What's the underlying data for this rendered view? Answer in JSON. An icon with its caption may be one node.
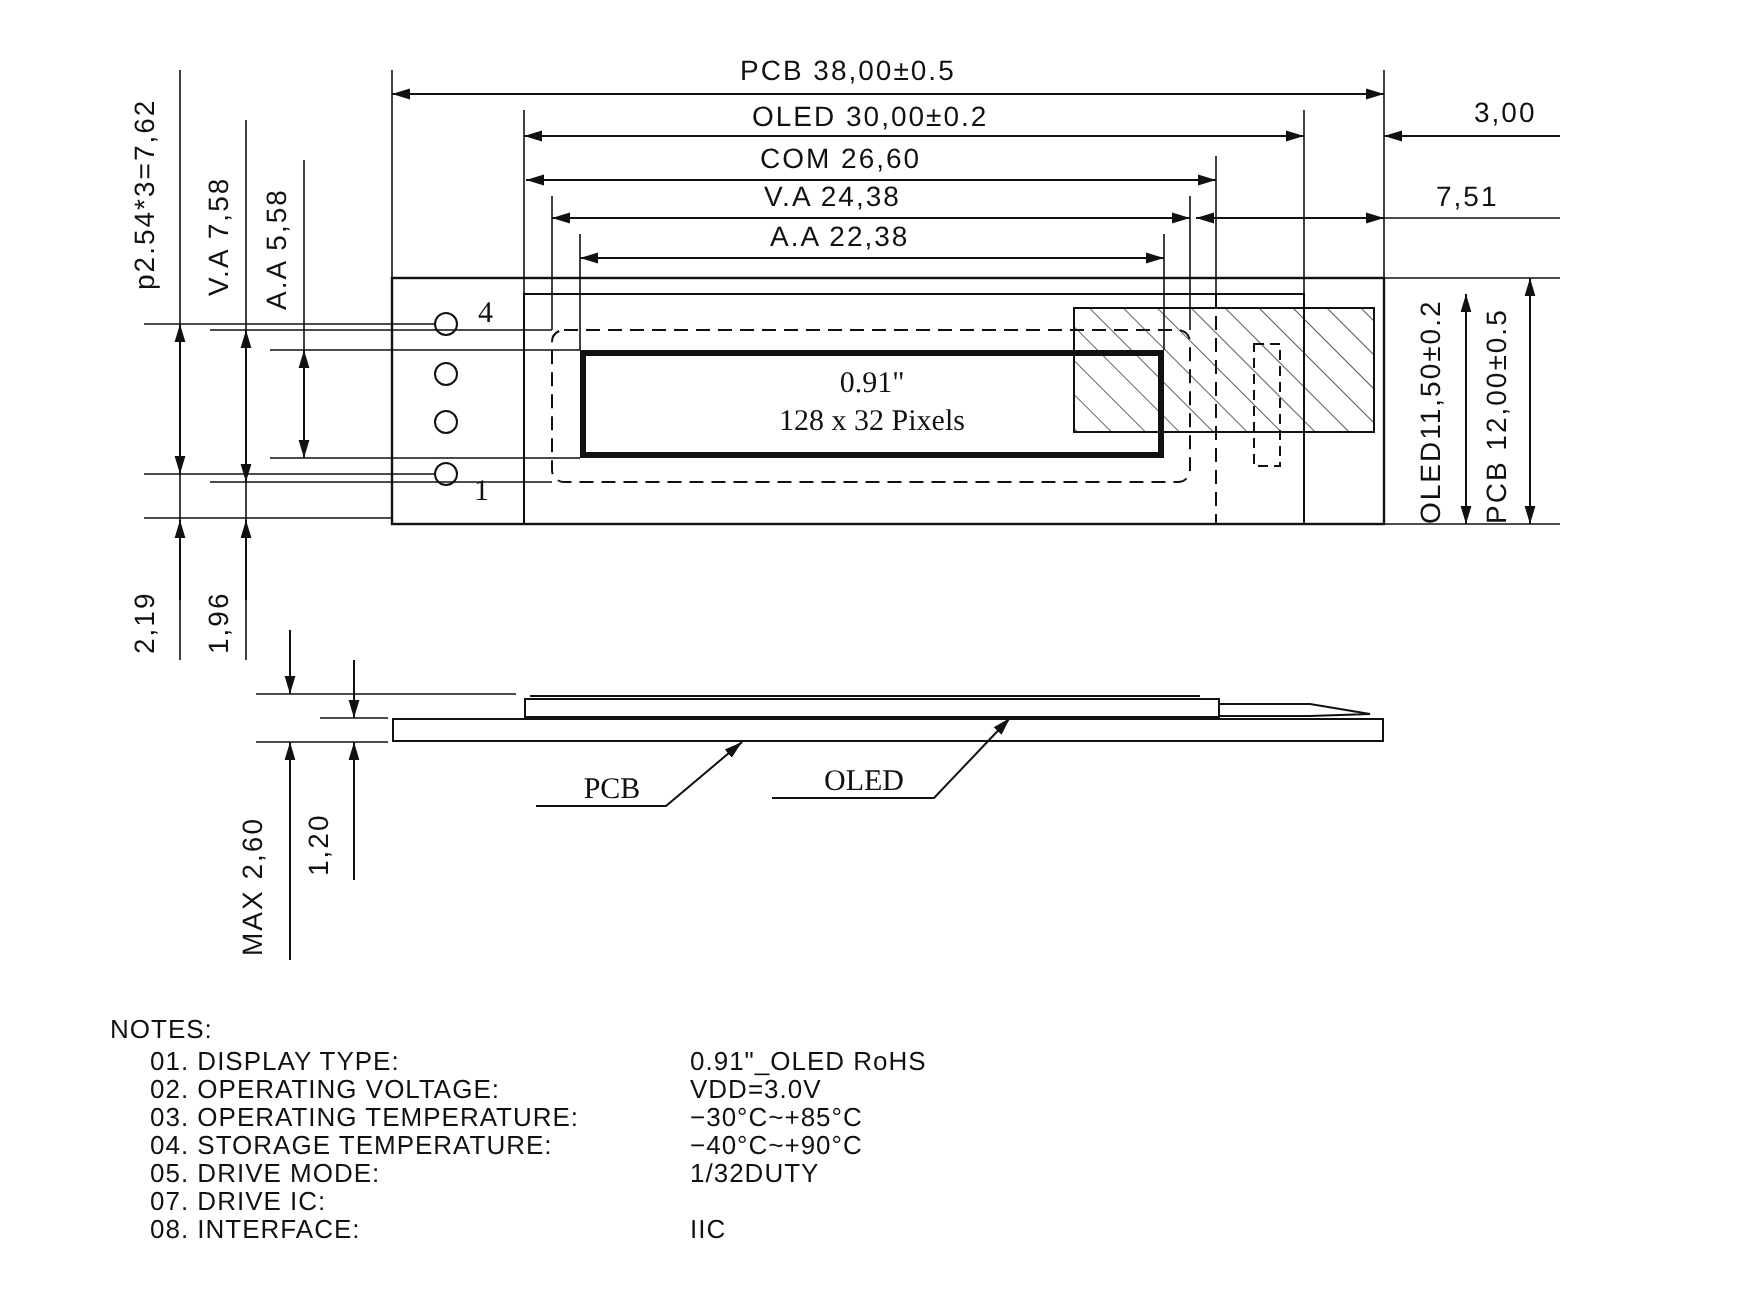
{
  "diagram": {
    "nodes": [
      {
        "text": [
          "0.91\"",
          "128 x 32 Pixels"
        ]
      },
      {
        "text": [
          "PCB"
        ]
      },
      {
        "text": [],
        "shape": "bar"
      },
      {
        "text": [
          "OLED"
        ]
      },
      {
        "text": [],
        "shape": "bar"
      }
    ],
    "edges": [
      {
        "from": 1,
        "to": 4,
        "arrow": "to"
      },
      {
        "from": 3,
        "to": 2,
        "arrow": "to"
      }
    ],
    "labels": [
      "PCB 38,00±0.5",
      "OLED 30,00±0.2",
      "3,00",
      "COM 26,60",
      "V.A 24,38",
      "7,51",
      "A.A 22,38",
      "p2.54*3=7,62",
      "V.A 7,58",
      "A.A 5,58",
      "4",
      "OLED11,50±0.2",
      "PCB 12,00±0.5",
      "1",
      "2,19",
      "1,96",
      "MAX 2,60",
      "1,20",
      "NOTES:",
      "01. DISPLAY TYPE:",
      "0.91\"_OLED RoHS",
      "02. OPERATING VOLTAGE:",
      "VDD=3.0V",
      "03. OPERATING TEMPERATURE:",
      "−30°C~+85°C",
      "04. STORAGE TEMPERATURE:",
      "−40°C~+90°C",
      "05. DRIVE MODE:",
      "1/32DUTY",
      "07. DRIVE IC:",
      "08. INTERFACE:",
      "IIC"
    ]
  }
}
